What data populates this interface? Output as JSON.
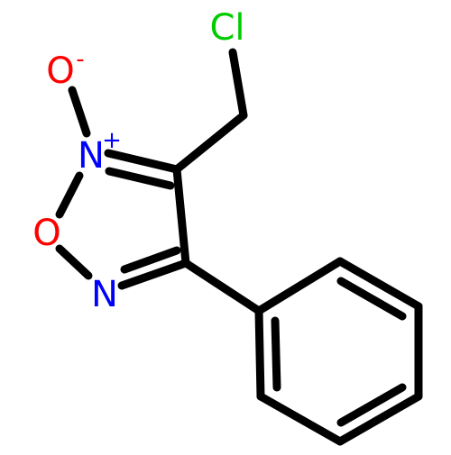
{
  "molecule": {
    "atoms": {
      "cl": {
        "symbol": "Cl",
        "color": "#00cc00"
      },
      "o_oxide": {
        "symbol": "O",
        "charge": "-",
        "color": "#ff0000"
      },
      "n_plus": {
        "symbol": "N",
        "charge": "+",
        "color": "#0000ff"
      },
      "o_ring": {
        "symbol": "O",
        "color": "#ff0000"
      },
      "n_ring": {
        "symbol": "N",
        "color": "#0000ff"
      }
    },
    "bond_color": "#000000"
  }
}
